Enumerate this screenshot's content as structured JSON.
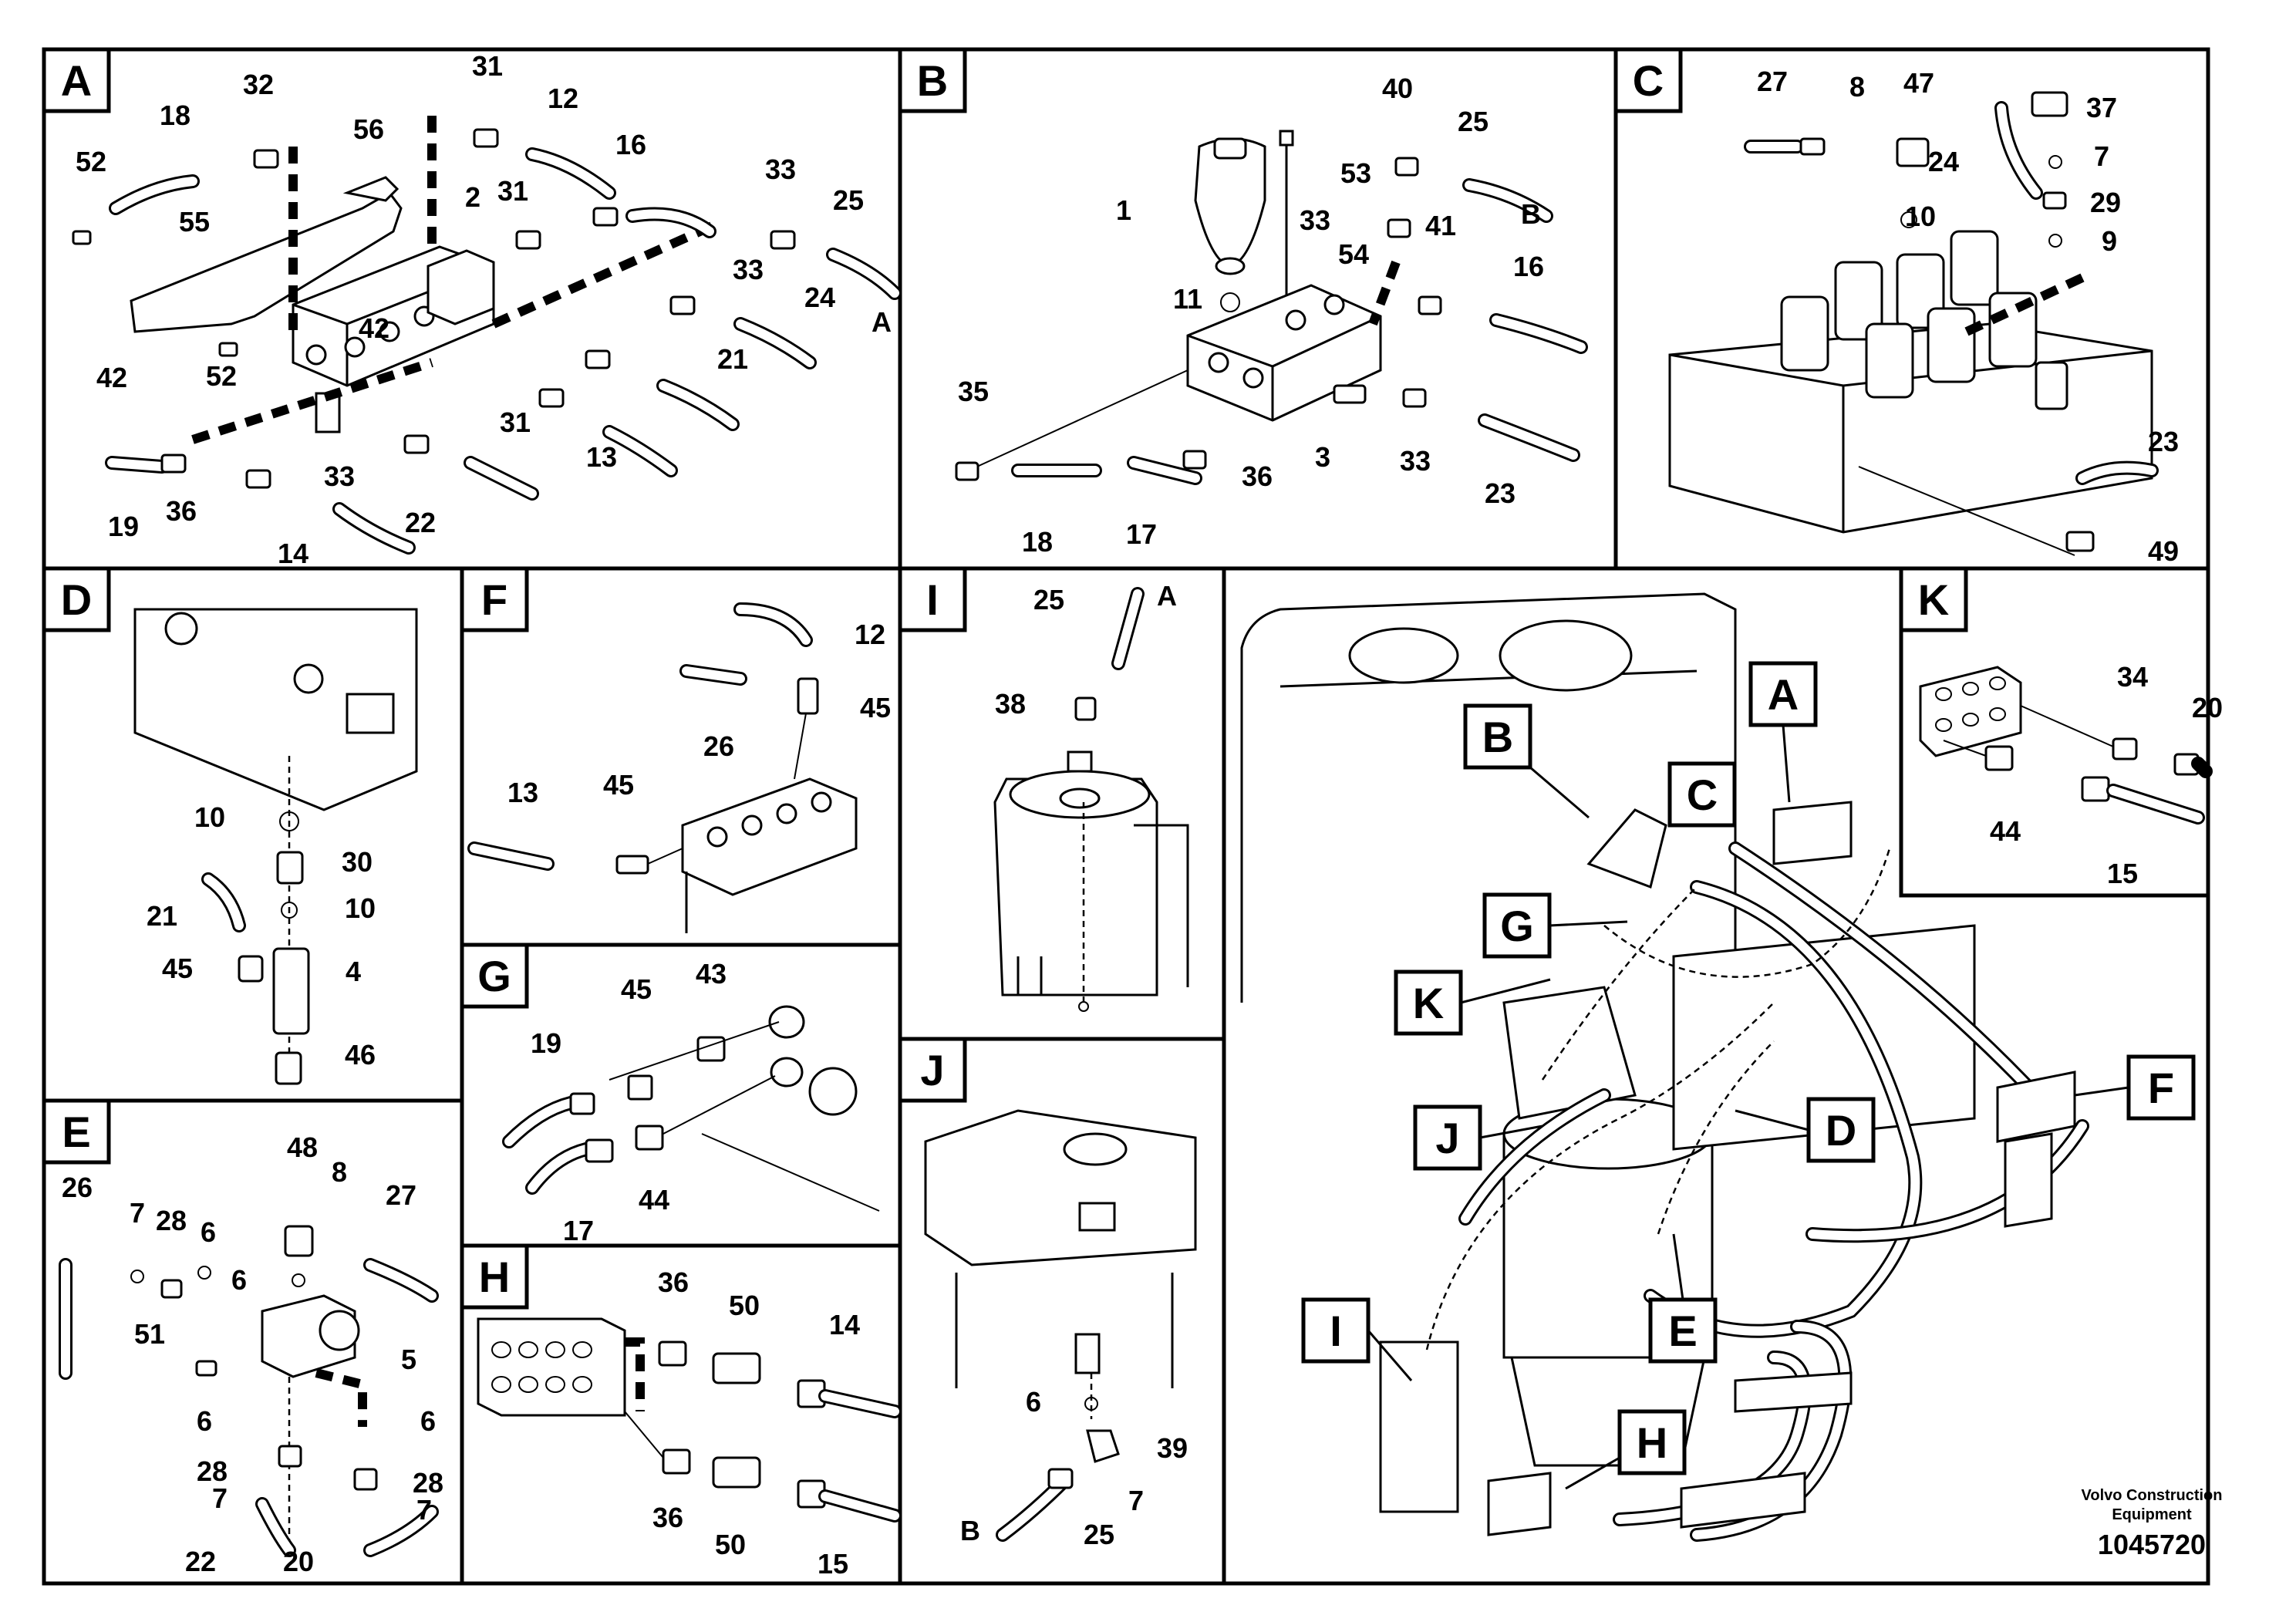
{
  "panels": {
    "A": {
      "letter": "A",
      "labels": [
        "32",
        "18",
        "56",
        "31",
        "12",
        "52",
        "55",
        "2",
        "31",
        "16",
        "33",
        "25",
        "33",
        "24",
        "A",
        "42",
        "52",
        "42",
        "21",
        "31",
        "13",
        "33",
        "22",
        "19",
        "36",
        "14"
      ]
    },
    "B": {
      "letter": "B",
      "labels": [
        "40",
        "25",
        "1",
        "53",
        "33",
        "B",
        "54",
        "41",
        "16",
        "11",
        "35",
        "36",
        "3",
        "33",
        "23",
        "18",
        "17"
      ]
    },
    "C": {
      "letter": "C",
      "labels": [
        "27",
        "8",
        "47",
        "37",
        "24",
        "7",
        "10",
        "29",
        "9",
        "23",
        "49"
      ]
    },
    "D": {
      "letter": "D",
      "labels": [
        "10",
        "30",
        "21",
        "10",
        "45",
        "4",
        "46"
      ]
    },
    "E": {
      "letter": "E",
      "labels": [
        "48",
        "26",
        "8",
        "27",
        "7",
        "28",
        "6",
        "6",
        "51",
        "5",
        "6",
        "6",
        "28",
        "28",
        "7",
        "7",
        "22",
        "20"
      ]
    },
    "F": {
      "letter": "F",
      "labels": [
        "12",
        "45",
        "26",
        "13",
        "45"
      ]
    },
    "G": {
      "letter": "G",
      "labels": [
        "45",
        "43",
        "19",
        "17",
        "44"
      ]
    },
    "H": {
      "letter": "H",
      "labels": [
        "36",
        "50",
        "14",
        "36",
        "50",
        "15"
      ]
    },
    "I": {
      "letter": "I",
      "labels": [
        "25",
        "A",
        "38"
      ]
    },
    "J": {
      "letter": "J",
      "labels": [
        "6",
        "39",
        "7",
        "B",
        "25"
      ]
    },
    "K": {
      "letter": "K",
      "labels": [
        "34",
        "20",
        "44",
        "15"
      ]
    }
  },
  "overview": {
    "callouts": [
      "A",
      "B",
      "C",
      "D",
      "E",
      "F",
      "G",
      "H",
      "I",
      "J",
      "K"
    ]
  },
  "footer": {
    "company_line1": "Volvo Construction",
    "company_line2": "Equipment",
    "drawing_number": "1045720"
  }
}
